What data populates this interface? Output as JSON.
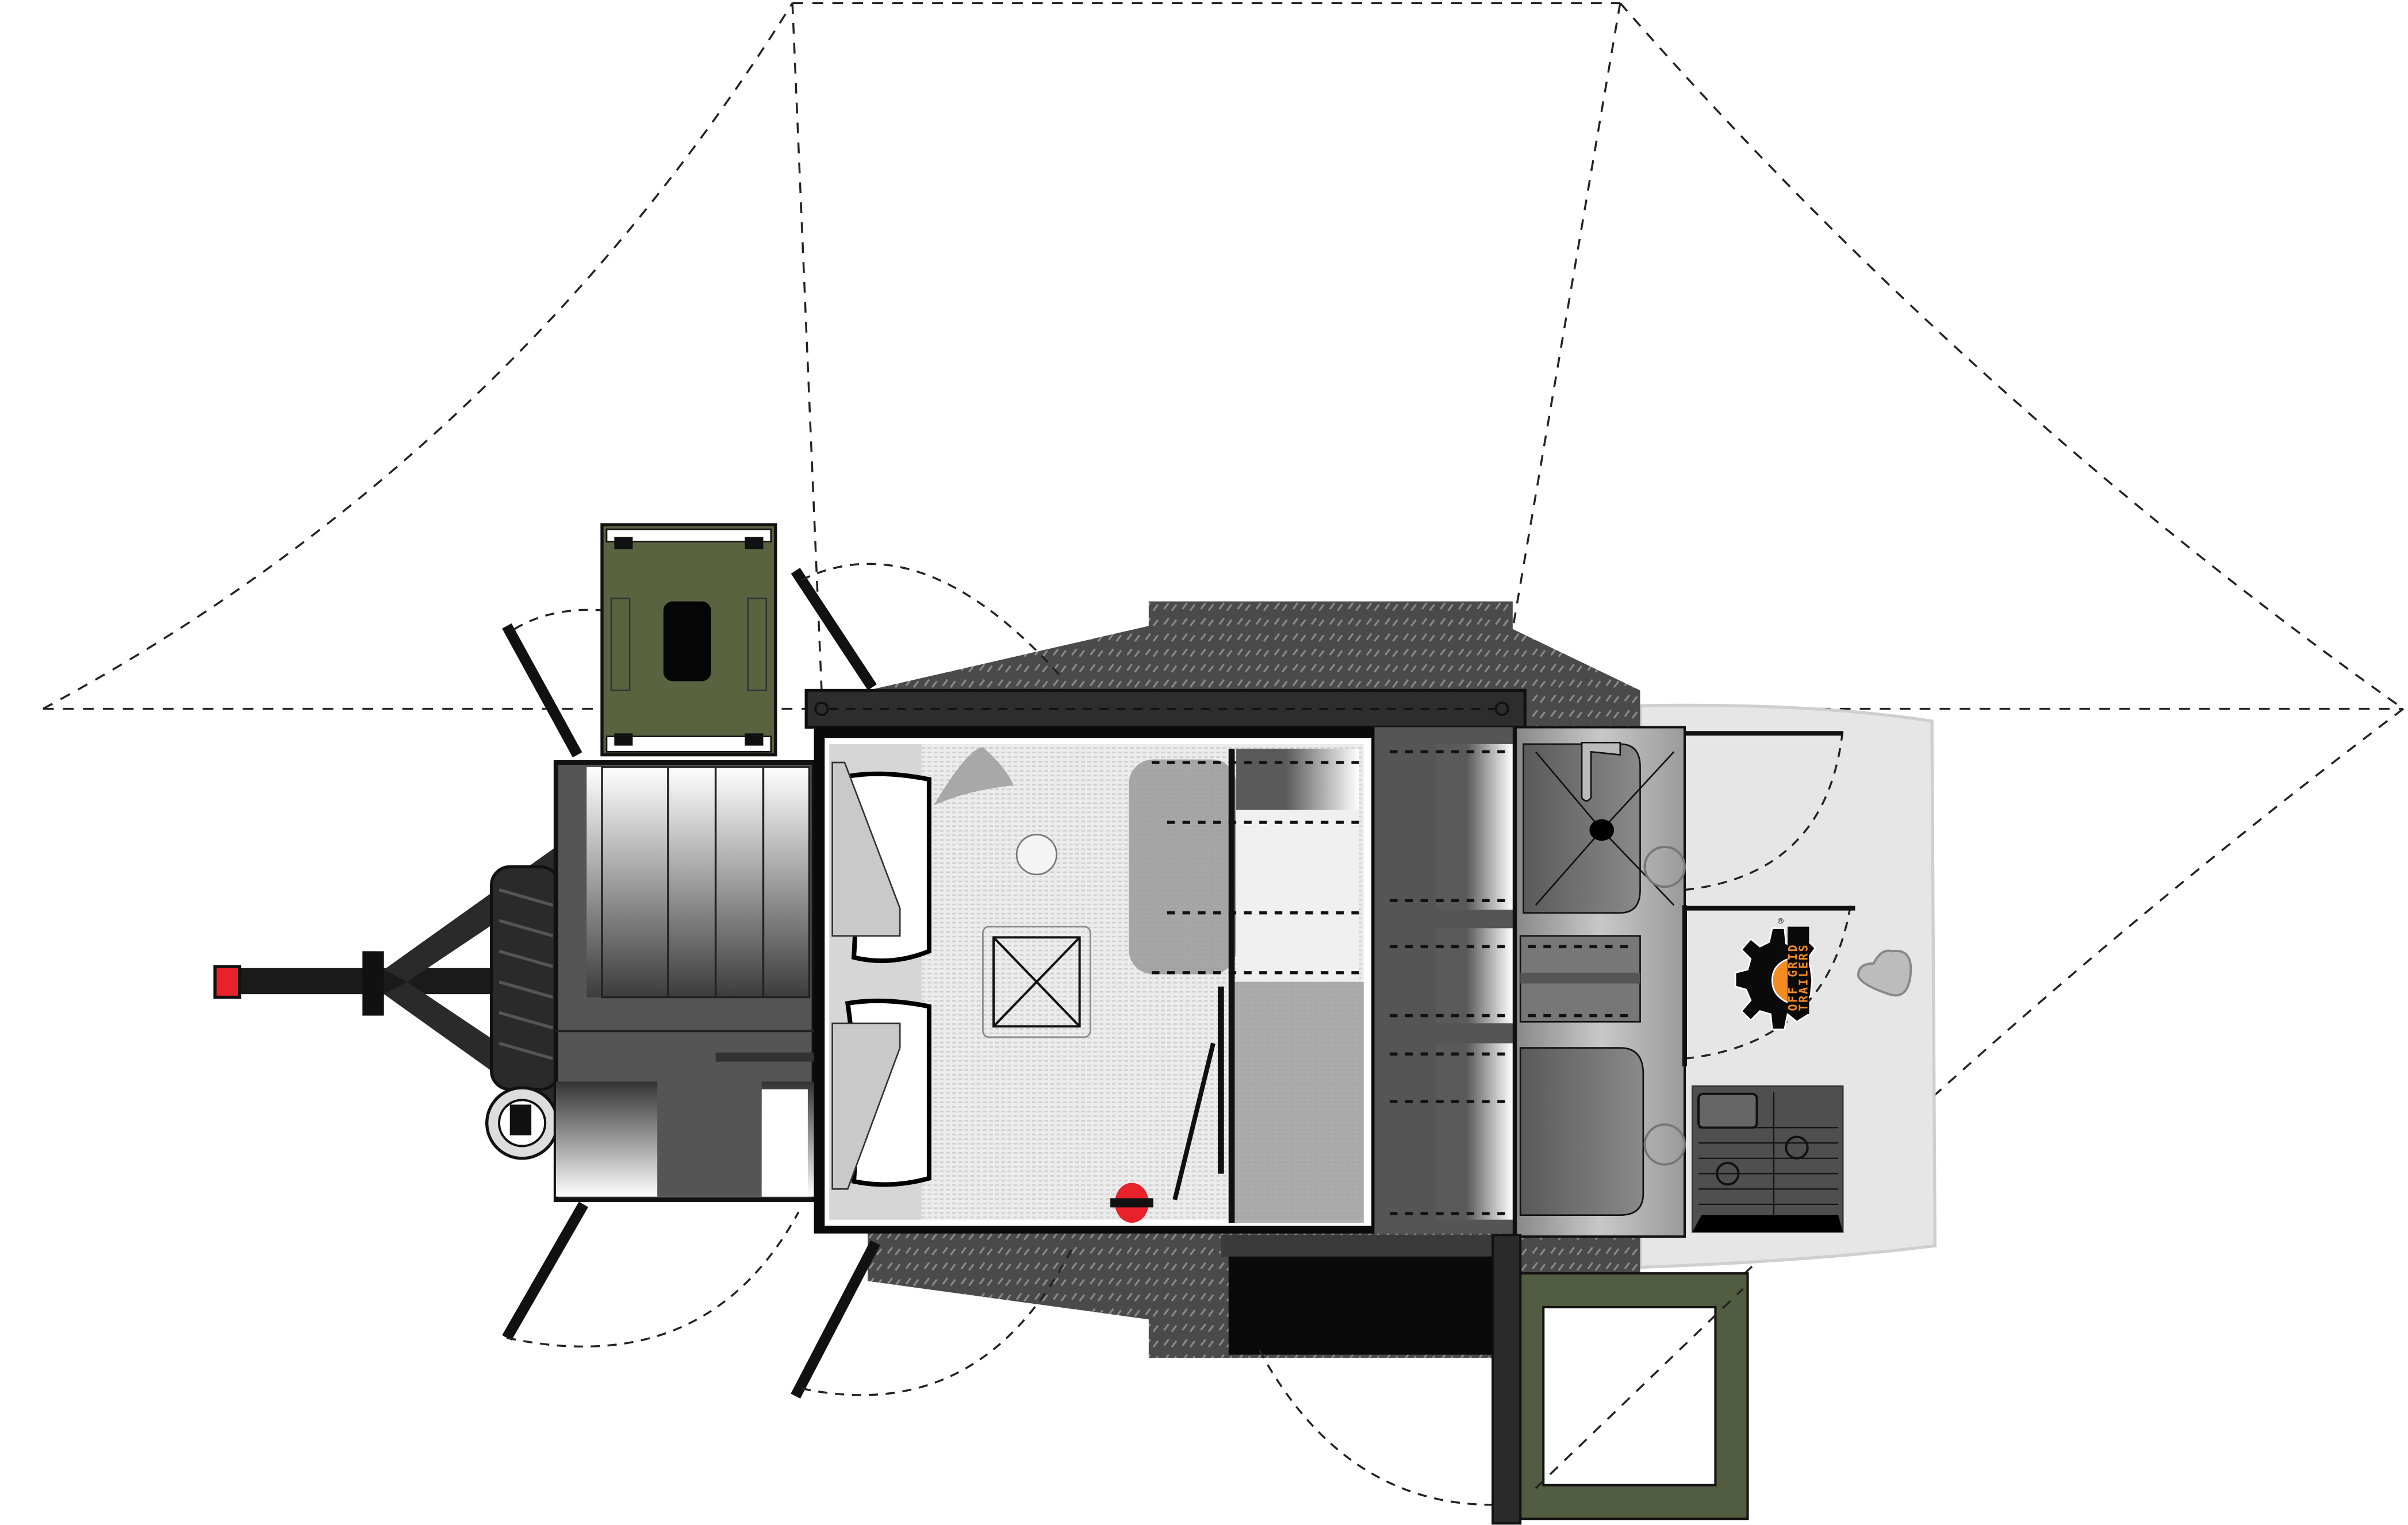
{
  "diagram": {
    "type": "trailer-floor-plan-top-view"
  },
  "logo": {
    "line1": "OFF GRID",
    "line2": "TRAILERS",
    "registered": "®"
  },
  "colors": {
    "diamond_plate": "#4a4a4a",
    "frame_dark": "#2d2d2d",
    "green_box": "#5a6340",
    "green_frame": "#525c40",
    "tail_light": "#e8212b",
    "logo_orange": "#f28c22",
    "kitchen_panel": "#e6e6e6",
    "bed_fabric": "#e9e9e9"
  }
}
